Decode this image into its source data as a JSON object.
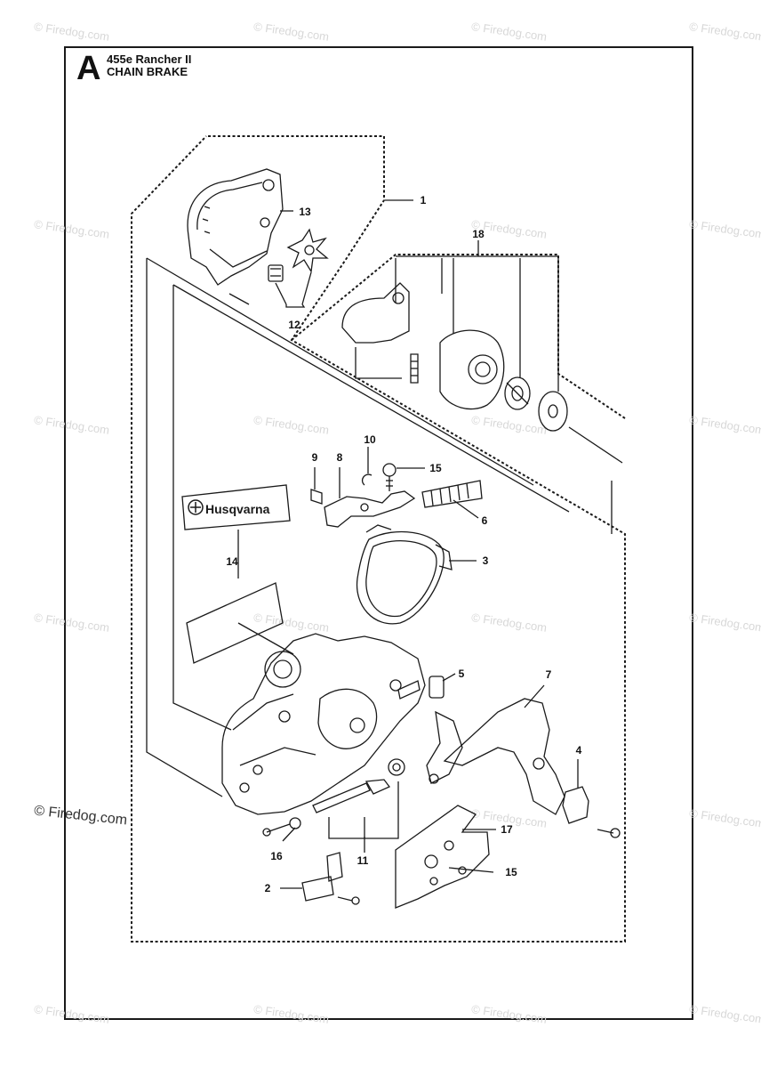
{
  "header": {
    "section_letter": "A",
    "model": "455e Rancher II",
    "section_title": "CHAIN BRAKE"
  },
  "decal": {
    "brand": "Husqvarna"
  },
  "callouts": [
    "1",
    "2",
    "3",
    "4",
    "5",
    "6",
    "7",
    "8",
    "9",
    "10",
    "11",
    "12",
    "13",
    "14",
    "15",
    "15",
    "16",
    "17",
    "18"
  ],
  "watermark": {
    "text": "© Firedog.com"
  }
}
